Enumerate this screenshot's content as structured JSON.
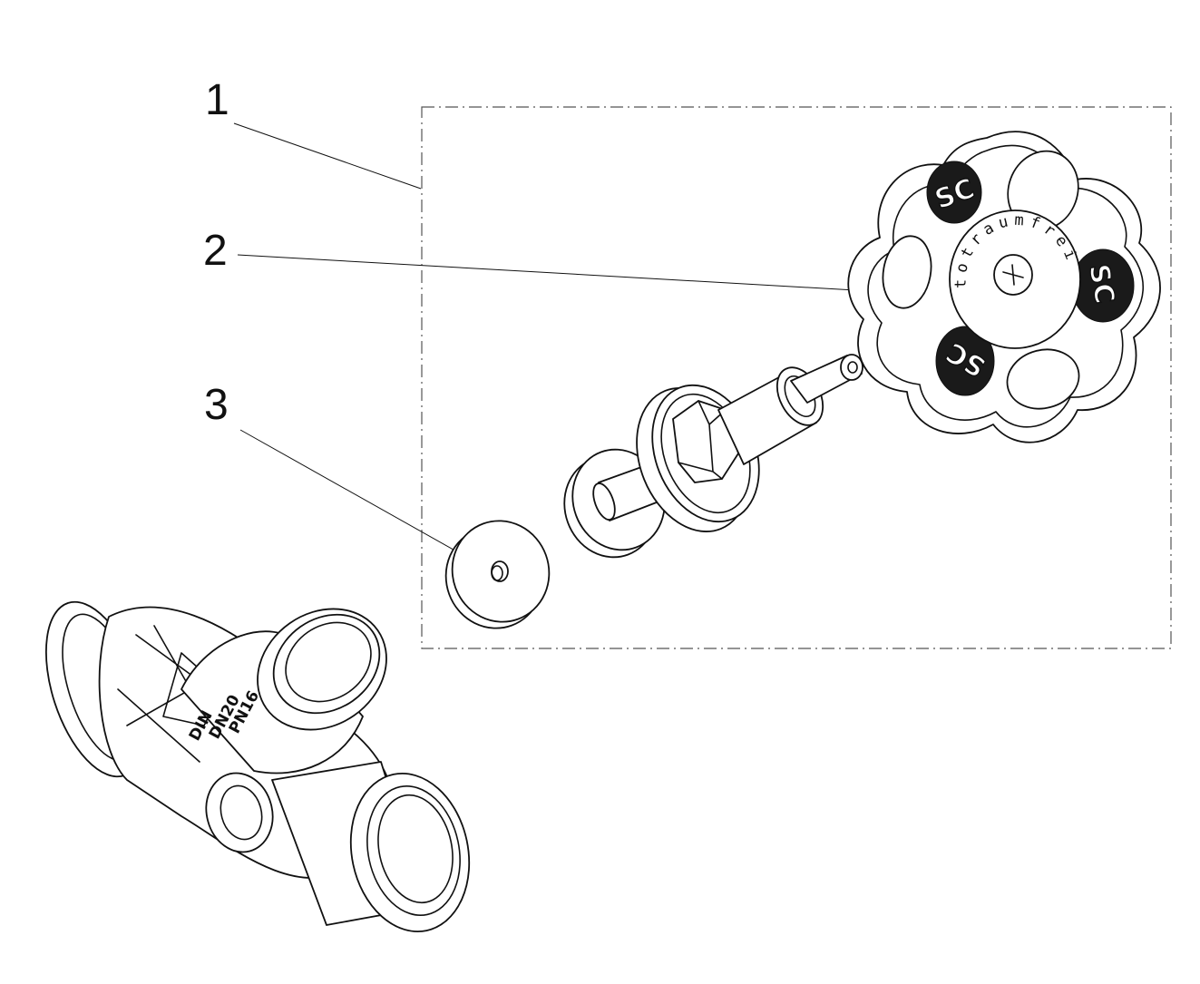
{
  "callouts": [
    {
      "number": "1"
    },
    {
      "number": "2"
    },
    {
      "number": "3"
    }
  ],
  "handwheel": {
    "engraving": "totraumfrei",
    "logo": "SC"
  },
  "valve_body": {
    "markings": [
      "DIN",
      "DN20",
      "PN16"
    ]
  }
}
